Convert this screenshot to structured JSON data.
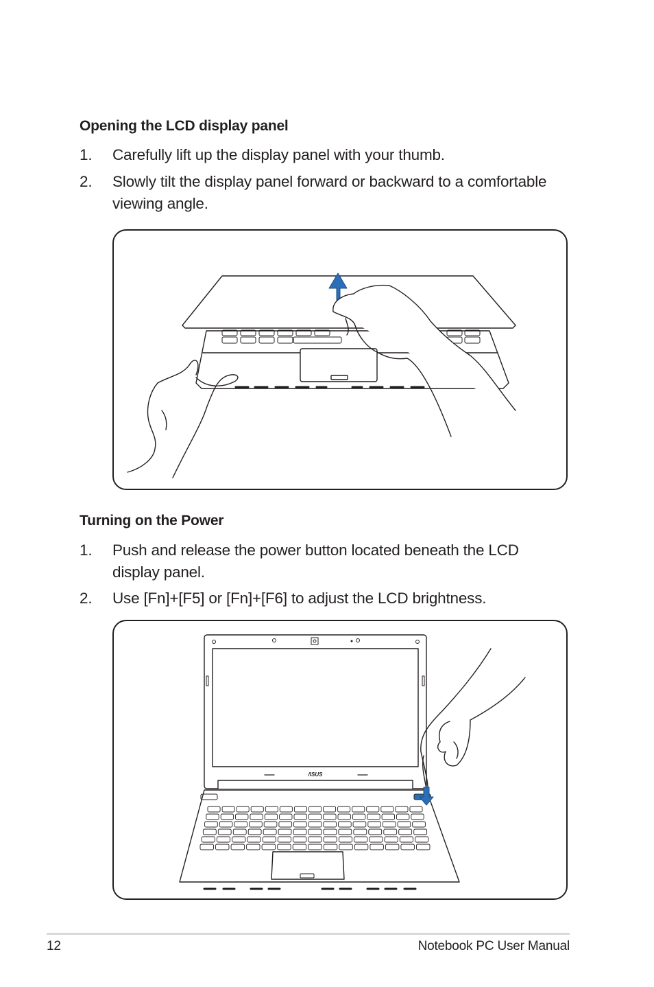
{
  "section_open": {
    "title": "Opening the LCD display panel",
    "steps": [
      {
        "num": "1.",
        "text": "Carefully lift up the display panel with your thumb."
      },
      {
        "num": "2.",
        "text": "Slowly tilt the display panel forward or backward to a comfortable viewing angle."
      }
    ]
  },
  "section_power": {
    "title": "Turning on the Power",
    "steps": [
      {
        "num": "1.",
        "text": "Push and release the power button located beneath the LCD display panel."
      },
      {
        "num": "2.",
        "text": "Use [Fn]+[F5] or [Fn]+[F6] to adjust the LCD brightness."
      }
    ]
  },
  "figure2": {
    "logo": "/ISUS"
  },
  "footer": {
    "page_number": "12",
    "manual_title": "Notebook PC User Manual"
  },
  "colors": {
    "arrow": "#2a6fb8",
    "line": "#231f20"
  }
}
